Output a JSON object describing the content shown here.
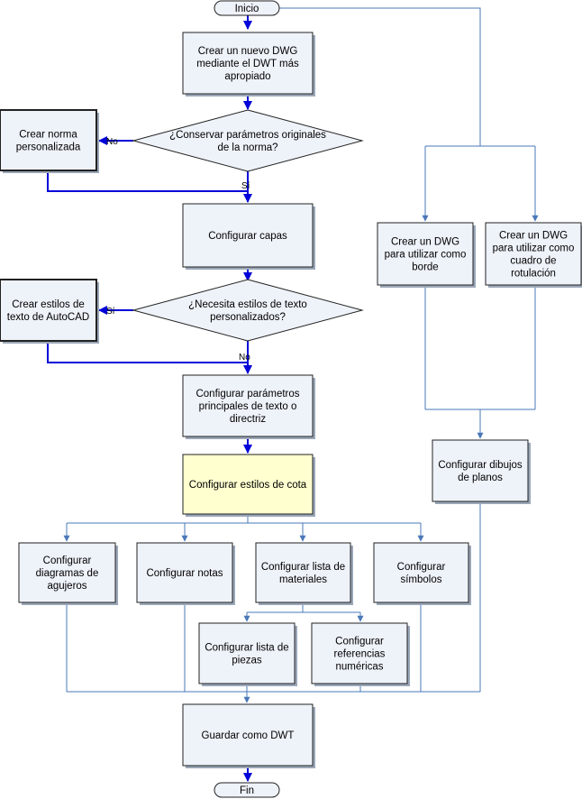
{
  "nodes": {
    "inicio": "Inicio",
    "crear_dwg": [
      "Crear un nuevo DWG",
      "mediante el DWT más",
      "apropiado"
    ],
    "conservar": [
      "¿Conservar parámetros originales",
      "de la norma?"
    ],
    "crear_norma": [
      "Crear norma",
      "personalizada"
    ],
    "capas": [
      "Configurar capas"
    ],
    "necesita": [
      "¿Necesita estilos de texto",
      "personalizados?"
    ],
    "estilos_texto": [
      "Crear estilos de",
      "texto de AutoCAD"
    ],
    "parametros_texto": [
      "Configurar parámetros",
      "principales de texto o",
      "directriz"
    ],
    "estilos_cota": [
      "Configurar estilos de cota"
    ],
    "agujeros": [
      "Configurar",
      "diagramas de",
      "agujeros"
    ],
    "notas": [
      "Configurar notas"
    ],
    "lista_materiales": [
      "Configurar lista de",
      "materiales"
    ],
    "simbolos": [
      "Configurar",
      "símbolos"
    ],
    "lista_piezas": [
      "Configurar lista de",
      "piezas"
    ],
    "referencias": [
      "Configurar",
      "referencias",
      "numéricas"
    ],
    "guardar": [
      "Guardar como DWT"
    ],
    "fin": "Fin",
    "borde": [
      "Crear un DWG",
      "para utilizar como",
      "borde"
    ],
    "rotulacion": [
      "Crear un DWG",
      "para utilizar como",
      "cuadro de",
      "rotulación"
    ],
    "dibujos_planos": [
      "Configurar dibujos",
      "de planos"
    ]
  },
  "edge_labels": {
    "no_1": "No",
    "si_1": "Sí",
    "si_2": "Sí",
    "no_2": "No"
  },
  "colors": {
    "box_fill": "#eef2f9",
    "highlight_fill": "#ffffd0",
    "shadow": "#9aa7b8",
    "thin_edge": "#4a78b8",
    "main_edge": "#0000d8"
  }
}
